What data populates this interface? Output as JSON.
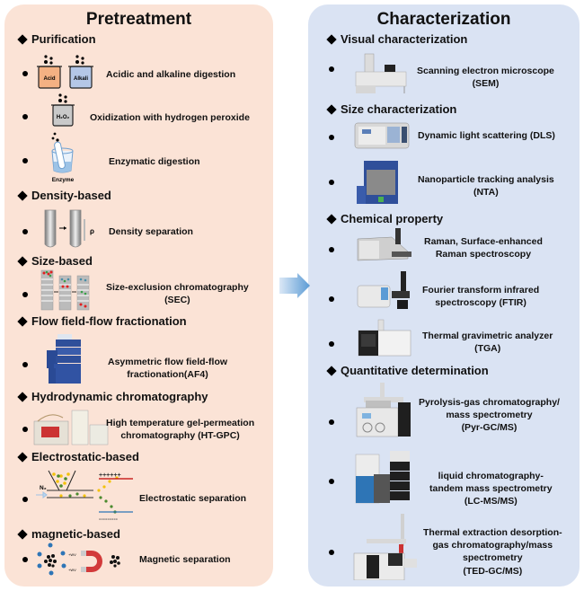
{
  "pretreatment": {
    "title": "Pretreatment",
    "sections": [
      {
        "heading": "Purification",
        "items": [
          {
            "label": "Acidic and alkaline digestion",
            "icon": "acid-alkali-beakers-icon",
            "icon_text": [
              "Acid",
              "Alkali"
            ]
          },
          {
            "label": "Oxidization with hydrogen peroxide",
            "icon": "h2o2-beaker-icon",
            "icon_text": [
              "H₂O₂"
            ]
          },
          {
            "label": "Enzymatic digestion",
            "icon": "enzyme-beaker-icon",
            "icon_text": [
              "Enzyme"
            ]
          }
        ]
      },
      {
        "heading": "Density-based",
        "items": [
          {
            "label": "Density separation",
            "icon": "density-tubes-icon",
            "icon_text": [
              "ρ"
            ]
          }
        ]
      },
      {
        "heading": "Size-based",
        "items": [
          {
            "label_lines": [
              "Size-exclusion chromatography",
              "(SEC)"
            ],
            "icon": "sec-columns-icon"
          }
        ]
      },
      {
        "heading": "Flow field-flow fractionation",
        "items": [
          {
            "label_lines": [
              "Asymmetric flow field-flow",
              "fractionation(AF4)"
            ],
            "icon": "af4-instrument-icon"
          }
        ]
      },
      {
        "heading": "Hydrodynamic chromatography",
        "items": [
          {
            "label_lines": [
              "High temperature gel-permeation",
              "chromatography (HT-GPC)"
            ],
            "icon": "ht-gpc-instrument-icon"
          }
        ]
      },
      {
        "heading": "Electrostatic-based",
        "items": [
          {
            "label": "Electrostatic  separation",
            "icon": "electrostatic-separator-icon",
            "icon_text": [
              "N₂",
              "++++++",
              "---------"
            ]
          }
        ]
      },
      {
        "heading": "magnetic-based",
        "items": [
          {
            "label": "Magnetic  separation",
            "icon": "magnet-icon"
          }
        ]
      }
    ]
  },
  "characterization": {
    "title": "Characterization",
    "sections": [
      {
        "heading": "Visual characterization",
        "items": [
          {
            "label_lines": [
              "Scanning electron microscope",
              "(SEM)"
            ],
            "icon": "sem-instrument-icon"
          }
        ]
      },
      {
        "heading": "Size characterization",
        "items": [
          {
            "label": "Dynamic light scattering (DLS)",
            "icon": "dls-instrument-icon"
          },
          {
            "label_lines": [
              "Nanoparticle tracking analysis",
              "(NTA)"
            ],
            "icon": "nta-instrument-icon"
          }
        ]
      },
      {
        "heading": "Chemical property",
        "items": [
          {
            "label_lines": [
              "Raman, Surface-enhanced",
              "Raman spectroscopy"
            ],
            "icon": "raman-instrument-icon"
          },
          {
            "label_lines": [
              "Fourier transform infrared",
              "spectroscopy (FTIR)"
            ],
            "icon": "ftir-instrument-icon"
          },
          {
            "label_lines": [
              "Thermal gravimetric analyzer",
              "(TGA)"
            ],
            "icon": "tga-instrument-icon"
          }
        ]
      },
      {
        "heading": "Quantitative determination",
        "items": [
          {
            "label_lines": [
              "Pyrolysis-gas chromatography/",
              "mass spectrometry",
              "(Pyr-GC/MS)"
            ],
            "icon": "pyr-gcms-instrument-icon"
          },
          {
            "label_lines": [
              "liquid chromatography-",
              "tandem mass spectrometry",
              "(LC-MS/MS)"
            ],
            "icon": "lcmsms-instrument-icon"
          },
          {
            "label_lines": [
              "Thermal extraction desorption-",
              "gas chromatography/mass",
              "spectrometry",
              "(TED-GC/MS)"
            ],
            "icon": "tedgcms-instrument-icon"
          }
        ]
      }
    ]
  },
  "colors": {
    "pretreatment_bg": "#fbe3d6",
    "characterization_bg": "#dae3f3",
    "arrow": "#5b9bd5",
    "acid": "#f4b183",
    "alkali": "#b4c7e7"
  }
}
